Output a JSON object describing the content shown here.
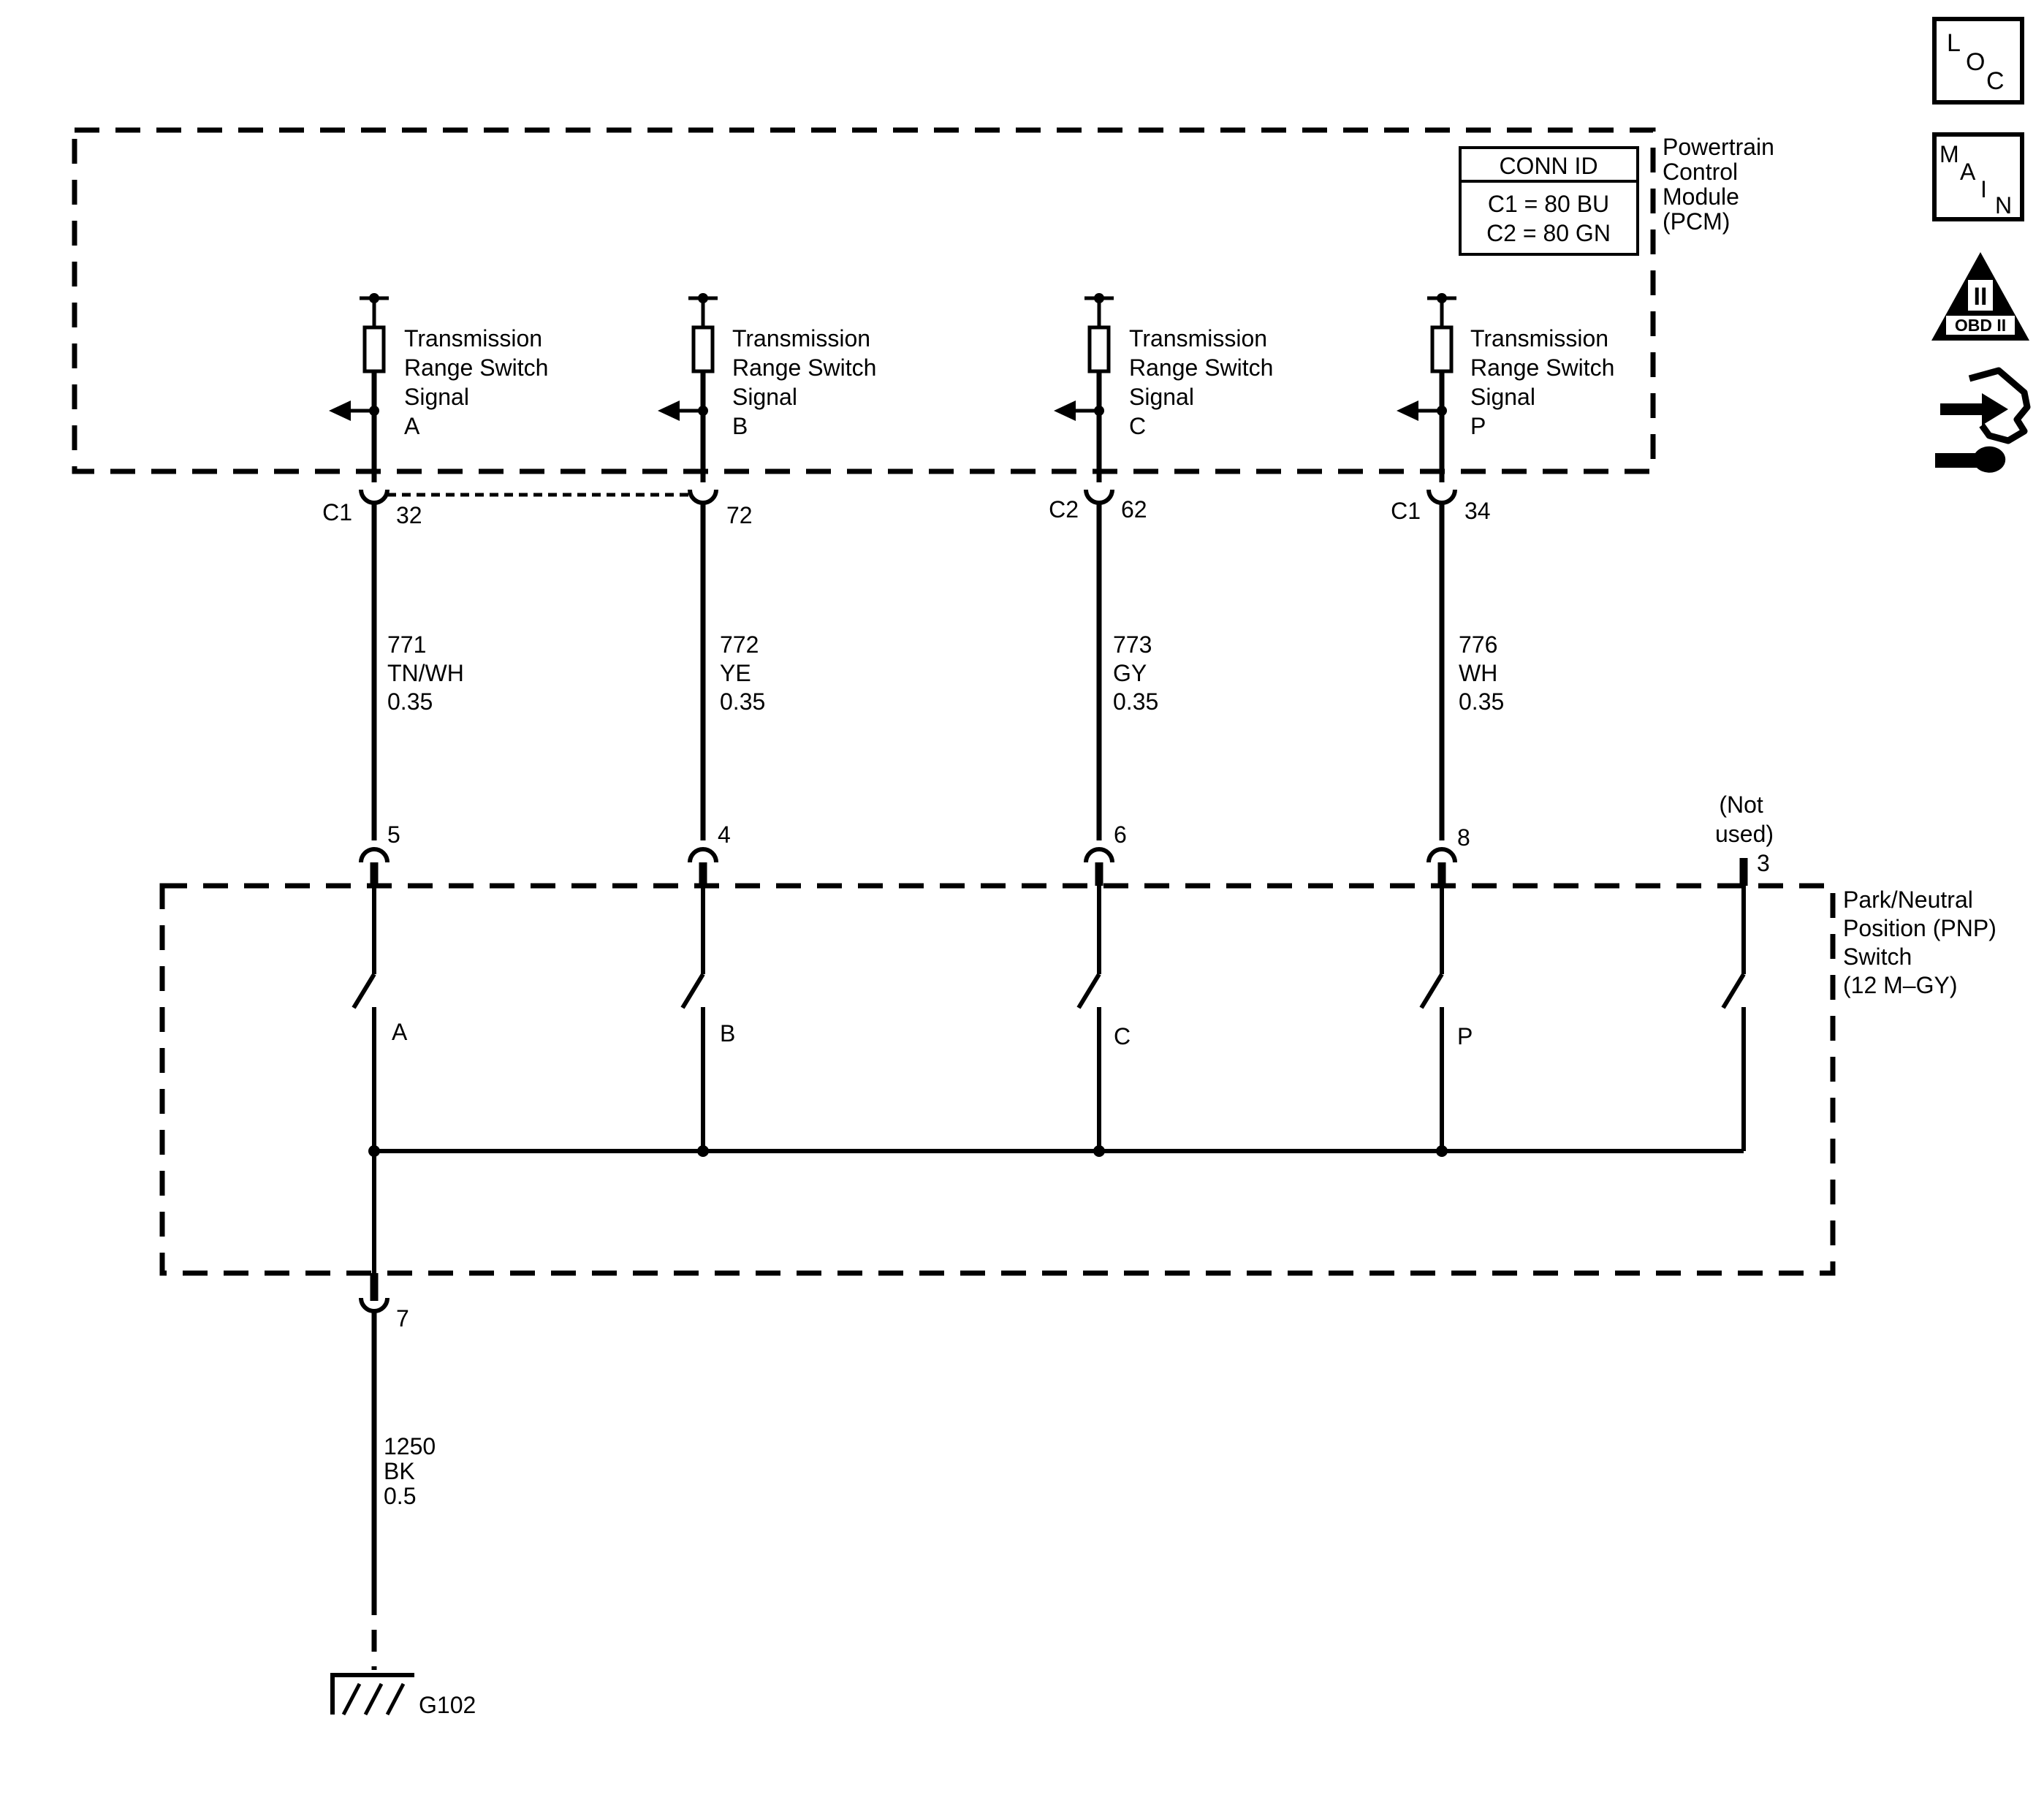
{
  "pcm": {
    "title_lines": [
      "Powertrain",
      "Control",
      "Module",
      "(PCM)"
    ],
    "conn_id": {
      "header": "CONN ID",
      "rows": [
        "C1 = 80 BU",
        "C2 = 80 GN"
      ]
    }
  },
  "signals": [
    {
      "name_lines": [
        "Transmission",
        "Range Switch",
        "Signal",
        "A"
      ],
      "pcm_connector": "C1",
      "pcm_pin": "32",
      "circuit": "771",
      "color": "TN/WH",
      "gauge": "0.35",
      "pnp_pin": "5",
      "switch_label": "A"
    },
    {
      "name_lines": [
        "Transmission",
        "Range Switch",
        "Signal",
        "B"
      ],
      "pcm_connector": "",
      "pcm_pin": "72",
      "circuit": "772",
      "color": "YE",
      "gauge": "0.35",
      "pnp_pin": "4",
      "switch_label": "B"
    },
    {
      "name_lines": [
        "Transmission",
        "Range Switch",
        "Signal",
        "C"
      ],
      "pcm_connector": "C2",
      "pcm_pin": "62",
      "circuit": "773",
      "color": "GY",
      "gauge": "0.35",
      "pnp_pin": "6",
      "switch_label": "C"
    },
    {
      "name_lines": [
        "Transmission",
        "Range Switch",
        "Signal",
        "P"
      ],
      "pcm_connector": "C1",
      "pcm_pin": "34",
      "circuit": "776",
      "color": "WH",
      "gauge": "0.35",
      "pnp_pin": "8",
      "switch_label": "P"
    }
  ],
  "pnp": {
    "title_lines": [
      "Park/Neutral",
      "Position (PNP)",
      "Switch",
      "(12 M–GY)"
    ],
    "unused_lines": [
      "(Not",
      "used)"
    ],
    "unused_pin": "3",
    "ground_pin": "7"
  },
  "ground_wire": {
    "circuit": "1250",
    "color": "BK",
    "gauge": "0.5"
  },
  "ground_label": "G102",
  "icons": {
    "loc": [
      "L",
      "O",
      "C"
    ],
    "main": [
      "M",
      "A",
      "I",
      "N"
    ],
    "obd": {
      "numeral": "II",
      "label": "OBD II"
    },
    "tool": "connector-hand-icon"
  }
}
